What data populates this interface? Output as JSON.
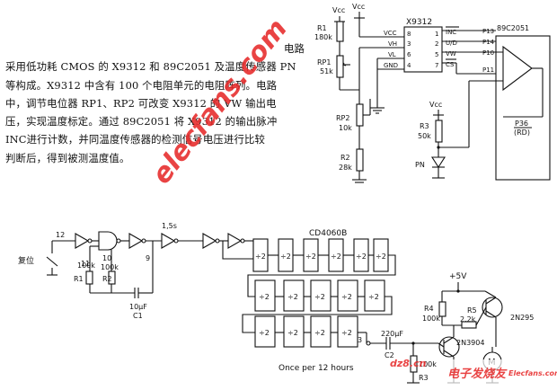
{
  "description": {
    "lines": [
      "电路",
      "采用低功耗 CMOS 的 X9312 和 89C2051 及温度传感器 PN",
      "等构成。X9312 中含有 100 个电阻单元的电阻阵列。电路",
      "中，调节电位器 RP1、RP2 可改变 X9312 的 VW 输出电",
      "压，实现温度标定。通过 89C2051 将 X9312 的输出脉冲",
      "INC进行计数，并同温度传感器的检测信号电压进行比较",
      "判断后，得到被测温度值。"
    ]
  },
  "upper_circuit": {
    "vcc_left": "Vcc",
    "vcc_mid": "Vcc",
    "vcc_r3": "Vcc",
    "chip_x9312": "X9312",
    "chip_mcu": "89C2051",
    "x9312_pins_left": [
      {
        "name": "VCC",
        "num": "8"
      },
      {
        "name": "VH",
        "num": "3"
      },
      {
        "name": "VL",
        "num": "6"
      },
      {
        "name": "GND",
        "num": "4"
      }
    ],
    "x9312_pins_right": [
      {
        "name": "INC",
        "num": "1"
      },
      {
        "name": "U/D",
        "num": "2"
      },
      {
        "name": "VW",
        "num": "5"
      },
      {
        "name": "CS",
        "num": "7"
      }
    ],
    "mcu_ports": [
      "P13",
      "P14",
      "P10",
      "P11"
    ],
    "p36": "P36",
    "rd": "(RD)",
    "r1": "R1",
    "r1_val": "180k",
    "rp1": "RP1",
    "rp1_val": "51k",
    "rp2": "RP2",
    "rp2_val": "10k",
    "r2": "R2",
    "r2_val": "28k",
    "r3": "R3",
    "r3_val": "50k",
    "pn": "PN"
  },
  "lower_circuit": {
    "reset": "复位",
    "pin12": "12",
    "pin11": "11",
    "pin10": "10",
    "pin9": "9",
    "pin1_5": "1,5s",
    "r1": "R1",
    "r1_val": "100k",
    "r2": "R2",
    "r2_val": "100k",
    "c1": "C1",
    "c1_val": "10μF",
    "counter": "CD4060B",
    "div": "÷2",
    "out3": "3",
    "c2": "C2",
    "c2_val": "220μF",
    "r3": "R3",
    "r3_val": "100k",
    "r4": "R4",
    "r4_val": "100k",
    "r5": "R5",
    "r5_val": "2.2k",
    "vplus": "+5V",
    "q_pnp": "2N3904",
    "q_npn": "2N295",
    "motor": "M",
    "caption": "Once per 12 hours"
  },
  "watermarks": {
    "center": "elecfans.com",
    "bottom": "dz8.cn",
    "logo_left": "电子发烧友",
    "logo_right": "Elecfans.com"
  }
}
